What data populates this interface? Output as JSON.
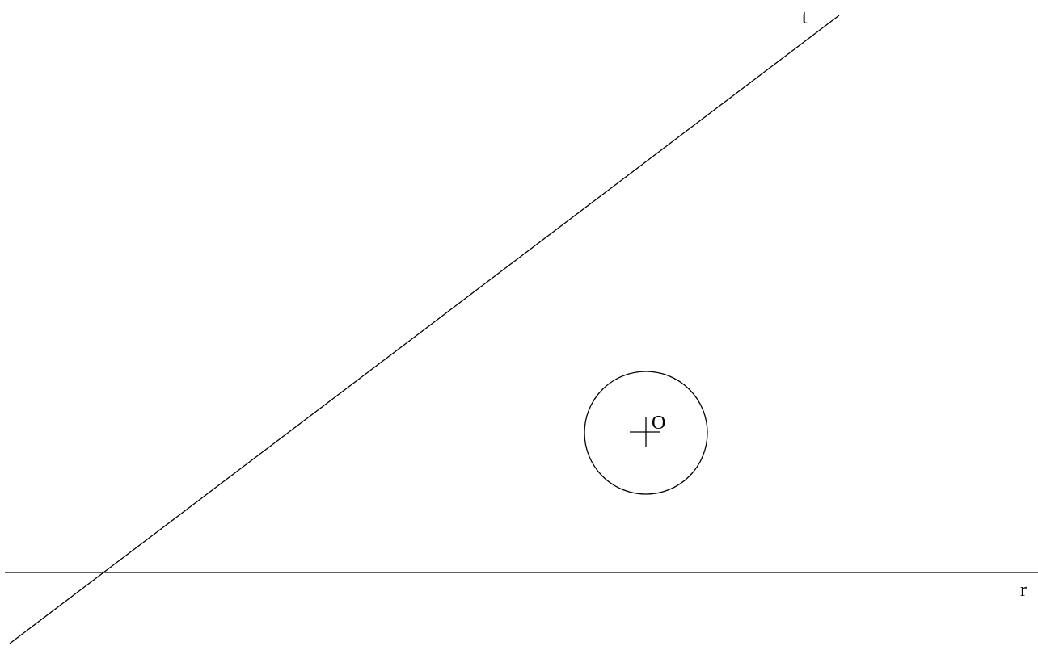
{
  "diagram": {
    "line_t_label": "t",
    "line_r_label": "r",
    "center_label": "O"
  },
  "colors": {
    "ink": "#000000",
    "background": "#ffffff"
  }
}
